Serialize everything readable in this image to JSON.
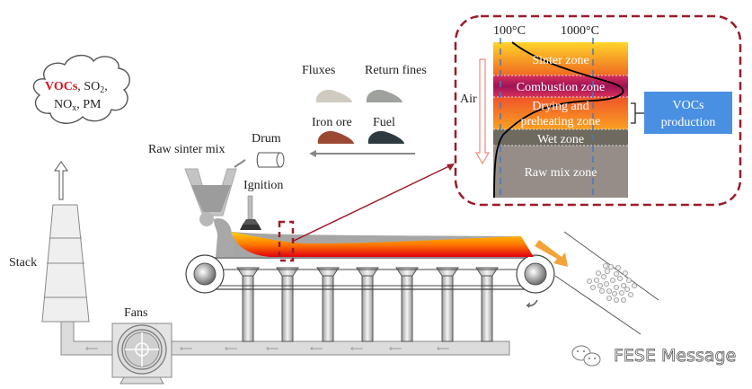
{
  "cloud": {
    "vocs": "VOCs",
    "line1_rest": ", SO",
    "so2_sub": "2",
    "line1_end": ",",
    "line2_no": "NO",
    "nox_sub": "x",
    "line2_rest": ", PM"
  },
  "labels": {
    "stack": "Stack",
    "fans": "Fans",
    "raw_sinter_mix": "Raw sinter mix",
    "drum": "Drum",
    "ignition": "Ignition",
    "fluxes": "Fluxes",
    "return_fines": "Return fines",
    "iron_ore": "Iron ore",
    "fuel": "Fuel"
  },
  "inset": {
    "temp_low": "100°C",
    "temp_high": "1000°C",
    "air": "Air",
    "zones": [
      "Sinter zone",
      "Combustion zone",
      "Drying and",
      "preheating zone",
      "Wet zone",
      "Raw mix zone"
    ],
    "vocs_box_line1": "VOCs",
    "vocs_box_line2": "production"
  },
  "colors": {
    "accent_red": "#e0161e",
    "inset_border": "#9b1b2a",
    "vocs_box": "#4a90e2",
    "iron_ore": "#9a4a32",
    "fuel": "#2f3a40",
    "fluxes": "#cfcbc0",
    "return_fines": "#9ea19c",
    "chute_arrow": "#f2a33a"
  },
  "watermark": "FESE Message"
}
